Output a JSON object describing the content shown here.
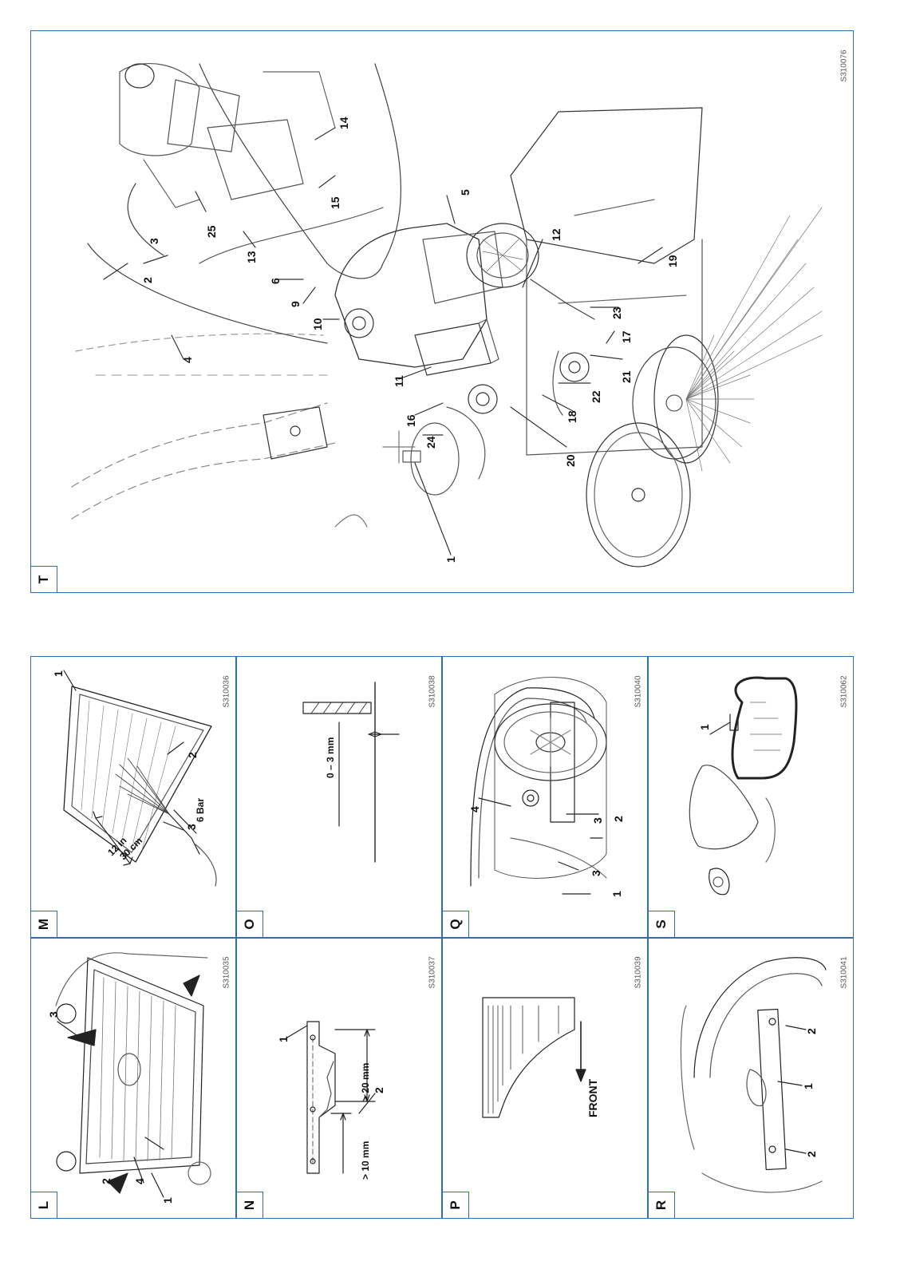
{
  "panels": {
    "L": {
      "letter": "L",
      "code": "S310035",
      "callouts": [
        "3",
        "2",
        "4",
        "1"
      ]
    },
    "M": {
      "letter": "M",
      "code": "S310036",
      "callouts": [
        "1",
        "2",
        "3"
      ],
      "dim_cm": "30 cm",
      "dim_in": "12 in",
      "pressure": "6 Bar"
    },
    "N": {
      "letter": "N",
      "code": "S310037",
      "callouts": [
        "1",
        "2"
      ],
      "dim_a": "> 10 mm",
      "dim_b": "> 20 mm"
    },
    "O": {
      "letter": "O",
      "code": "S310038",
      "dim": "0 – 3 mm"
    },
    "P": {
      "letter": "P",
      "code": "S310039",
      "label": "FRONT"
    },
    "Q": {
      "letter": "Q",
      "code": "S310040",
      "callouts": [
        "4",
        "3",
        "3",
        "2",
        "1"
      ]
    },
    "R": {
      "letter": "R",
      "code": "S310041",
      "callouts": [
        "2",
        "1",
        "2"
      ]
    },
    "S": {
      "letter": "S",
      "code": "S310062",
      "callouts": [
        "1"
      ]
    },
    "T": {
      "letter": "T",
      "code": "S310076",
      "callouts": [
        "2",
        "3",
        "4",
        "25",
        "15",
        "14",
        "13",
        "6",
        "9",
        "10",
        "5",
        "11",
        "12",
        "16",
        "24",
        "1",
        "20",
        "18",
        "22",
        "21",
        "17",
        "23",
        "19"
      ]
    }
  }
}
